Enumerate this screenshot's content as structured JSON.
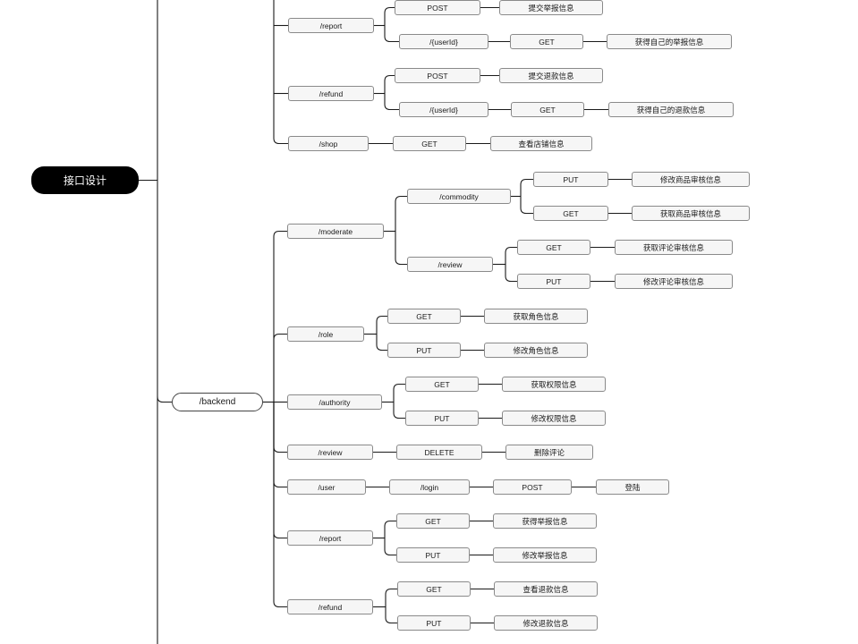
{
  "root": {
    "label": "接口设计"
  },
  "branches": {
    "report": {
      "label": "/report",
      "post": {
        "method": "POST",
        "desc": "提交举报信息"
      },
      "user": {
        "label": "/{userId}",
        "method": "GET",
        "desc": "获得自己的举报信息"
      }
    },
    "refund": {
      "label": "/refund",
      "post": {
        "method": "POST",
        "desc": "提交退款信息"
      },
      "user": {
        "label": "/{userId}",
        "method": "GET",
        "desc": "获得自己的退款信息"
      }
    },
    "shop": {
      "label": "/shop",
      "method": "GET",
      "desc": "查看店铺信息"
    },
    "backend": {
      "label": "/backend",
      "moderate": {
        "label": "/moderate",
        "commodity": {
          "label": "/commodity",
          "put": {
            "method": "PUT",
            "desc": "修改商品审核信息"
          },
          "get": {
            "method": "GET",
            "desc": "获取商品审核信息"
          }
        },
        "review": {
          "label": "/review",
          "get": {
            "method": "GET",
            "desc": "获取评论审核信息"
          },
          "put": {
            "method": "PUT",
            "desc": "修改评论审核信息"
          }
        }
      },
      "role": {
        "label": "/role",
        "get": {
          "method": "GET",
          "desc": "获取角色信息"
        },
        "put": {
          "method": "PUT",
          "desc": "修改角色信息"
        }
      },
      "authority": {
        "label": "/authority",
        "get": {
          "method": "GET",
          "desc": "获取权限信息"
        },
        "put": {
          "method": "PUT",
          "desc": "修改权限信息"
        }
      },
      "review": {
        "label": "/review",
        "method": "DELETE",
        "desc": "删除评论"
      },
      "user": {
        "label": "/user",
        "sub": "/login",
        "method": "POST",
        "desc": "登陆"
      },
      "report": {
        "label": "/report",
        "get": {
          "method": "GET",
          "desc": "获得举报信息"
        },
        "put": {
          "method": "PUT",
          "desc": "修改举报信息"
        }
      },
      "refund": {
        "label": "/refund",
        "get": {
          "method": "GET",
          "desc": "查看退款信息"
        },
        "put": {
          "method": "PUT",
          "desc": "修改退款信息"
        }
      }
    }
  }
}
